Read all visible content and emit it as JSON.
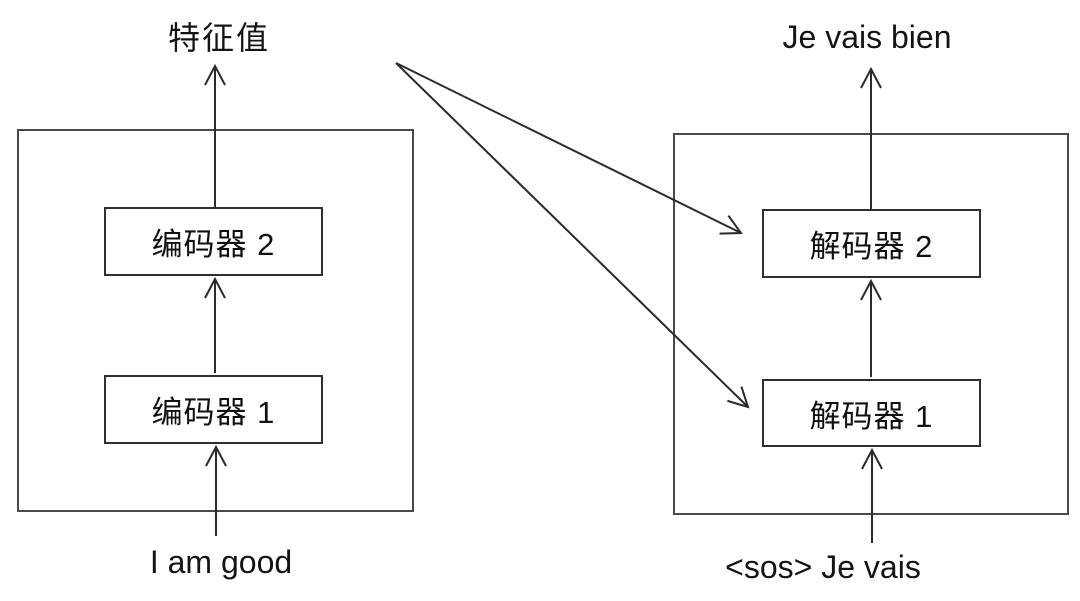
{
  "diagram": {
    "type": "encoder-decoder seq2seq translation architecture",
    "encoder_stack": {
      "input_label": "I am good",
      "output_label": "特征值",
      "blocks": [
        {
          "label": "编码器 1"
        },
        {
          "label": "编码器 2"
        }
      ]
    },
    "decoder_stack": {
      "input_label": "<sos> Je vais",
      "output_label": "Je vais bien",
      "blocks": [
        {
          "label": "解码器 1"
        },
        {
          "label": "解码器 2"
        }
      ]
    },
    "connections": [
      "I am good -> 编码器 1",
      "编码器 1 -> 编码器 2",
      "编码器 2 -> 特征值",
      "特征值 -> 解码器 1",
      "特征值 -> 解码器 2",
      "<sos> Je vais -> 解码器 1",
      "解码器 1 -> 解码器 2",
      "解码器 2 -> Je vais bien"
    ],
    "colors": {
      "background": "#ffffff",
      "line": "#2b2b2b",
      "text": "#141414"
    }
  }
}
